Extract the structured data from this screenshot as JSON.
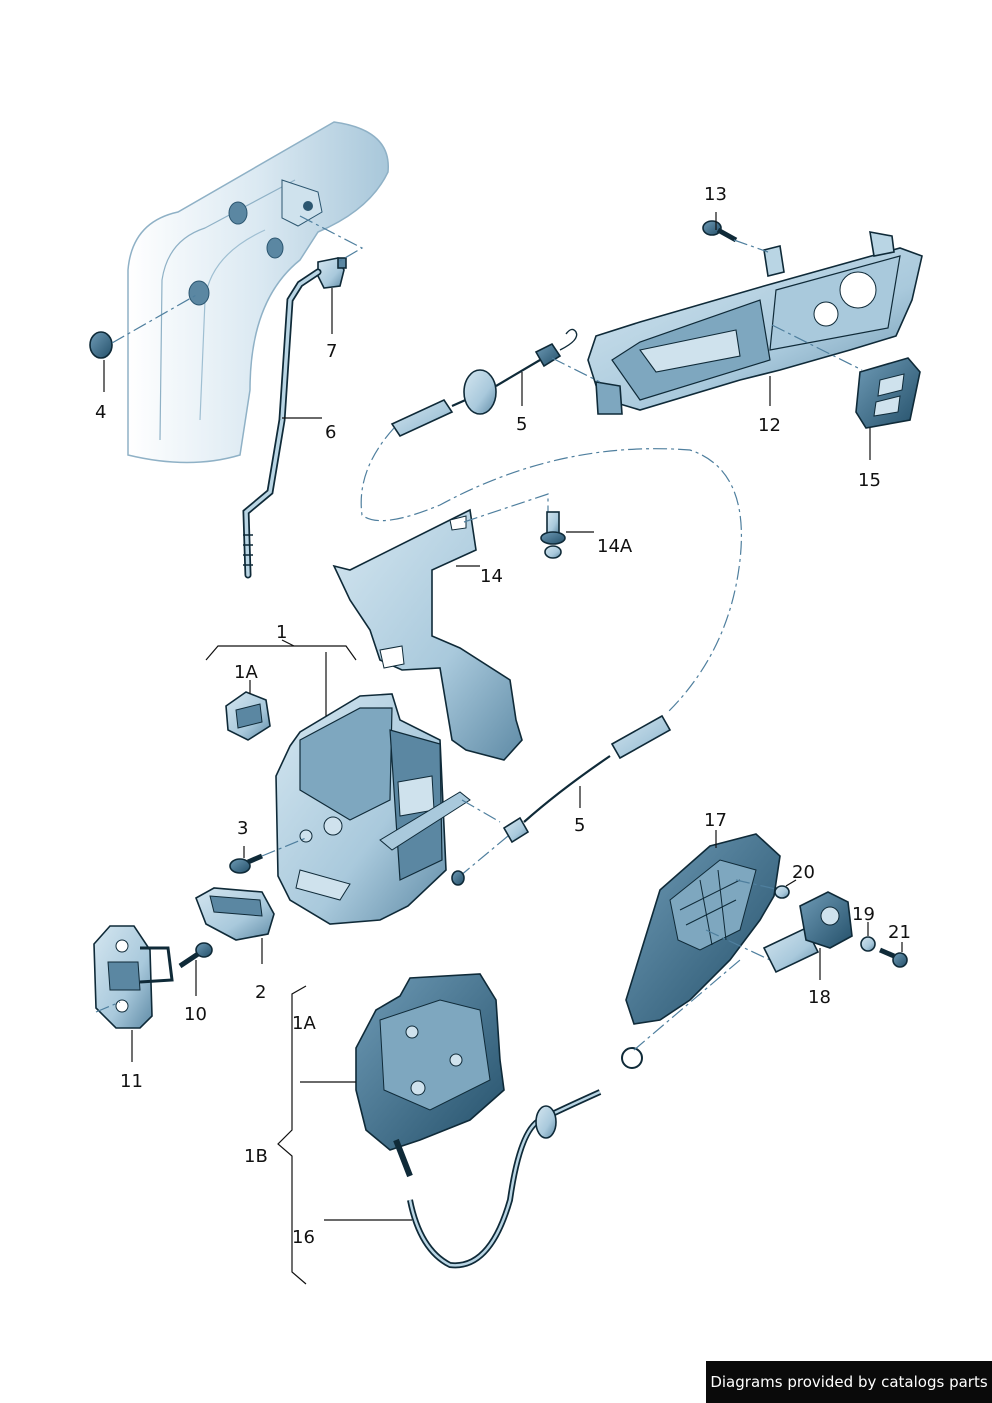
{
  "callouts": {
    "c1": "1",
    "c1A_top": "1A",
    "c1A_bottom": "1A",
    "c1B": "1B",
    "c2": "2",
    "c3": "3",
    "c4": "4",
    "c5_top": "5",
    "c5_bottom": "5",
    "c6": "6",
    "c7": "7",
    "c10": "10",
    "c11": "11",
    "c12": "12",
    "c13": "13",
    "c14": "14",
    "c14A": "14A",
    "c15": "15",
    "c16": "16",
    "c17": "17",
    "c18": "18",
    "c19": "19",
    "c20": "20",
    "c21": "21"
  },
  "credit": "Diagrams provided by catalogs parts",
  "colors": {
    "part_fill": "#b9d5e4",
    "part_shade": "#7ea7bf",
    "part_dark": "#2c5670",
    "outline": "#0f2a38",
    "dash": "#4f7f9e"
  }
}
